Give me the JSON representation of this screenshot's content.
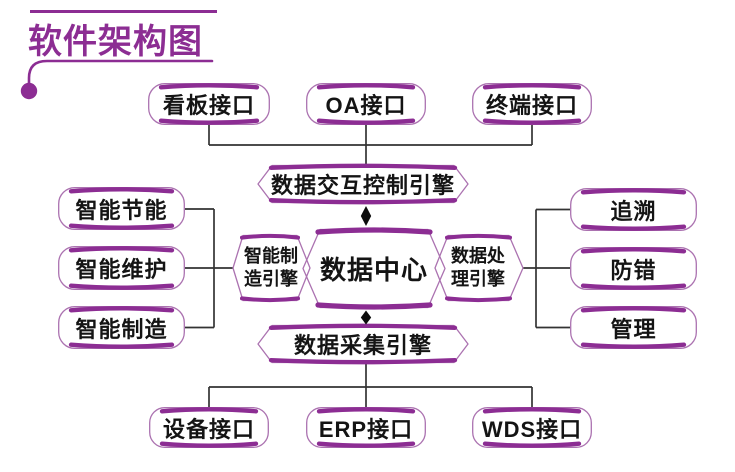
{
  "title": {
    "text": "软件架构图"
  },
  "nodes": {
    "top_interfaces": [
      "看板接口",
      "OA接口",
      "终端接口"
    ],
    "interaction_engine": "数据交互控制引擎",
    "left_modules": [
      "智能节能",
      "智能维护",
      "智能制造"
    ],
    "manufacturing_engine_lines": [
      "智能制",
      "造引擎"
    ],
    "data_center": "数据中心",
    "processing_engine_lines": [
      "数据处",
      "理引擎"
    ],
    "right_modules": [
      "追溯",
      "防错",
      "管理"
    ],
    "collection_engine": "数据采集引擎",
    "bottom_interfaces": [
      "设备接口",
      "ERP接口",
      "WDS接口"
    ]
  },
  "colors": {
    "purple_accent": "#8c2d93",
    "purple_thin_stroke": "#ab72b0",
    "node_text": "#141414",
    "connector_line": "#333333",
    "arrow_black": "#0d0d0d",
    "background": "#ffffff"
  }
}
